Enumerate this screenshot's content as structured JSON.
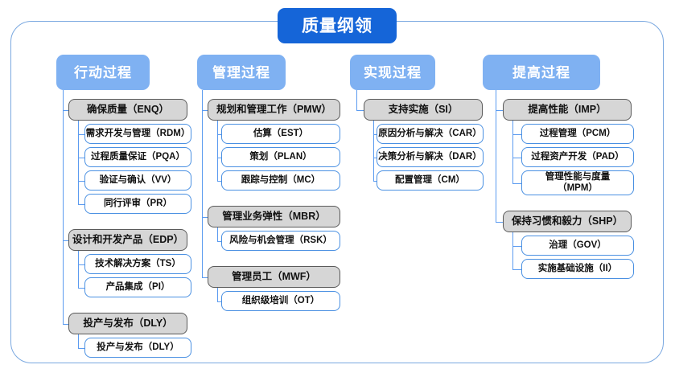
{
  "diagram": {
    "title": "质量纲领",
    "columns": [
      {
        "id": "action",
        "header": "行动过程",
        "groups": [
          {
            "name": "确保质量（ENQ）",
            "items": [
              "需求开发与管理（RDM）",
              "过程质量保证（PQA）",
              "验证与确认（VV）",
              "同行评审（PR）"
            ]
          },
          {
            "name": "设计和开发产品（EDP）",
            "items": [
              "技术解决方案（TS）",
              "产品集成（PI）"
            ]
          },
          {
            "name": "投产与发布（DLY）",
            "items": [
              "投产与发布（DLY）"
            ]
          }
        ]
      },
      {
        "id": "manage",
        "header": "管理过程",
        "groups": [
          {
            "name": "规划和管理工作（PMW）",
            "items": [
              "估算（EST）",
              "策划（PLAN）",
              "跟踪与控制（MC）"
            ]
          },
          {
            "name": "管理业务弹性（MBR）",
            "items": [
              "风险与机会管理（RSK）"
            ]
          },
          {
            "name": "管理员工（MWF）",
            "items": [
              "组织级培训（OT）"
            ]
          }
        ]
      },
      {
        "id": "implement",
        "header": "实现过程",
        "groups": [
          {
            "name": "支持实施（SI）",
            "items": [
              "原因分析与解决（CAR）",
              "决策分析与解决（DAR）",
              "配置管理（CM）"
            ]
          }
        ]
      },
      {
        "id": "improve",
        "header": "提高过程",
        "groups": [
          {
            "name": "提高性能（IMP）",
            "items": [
              "过程管理（PCM）",
              "过程资产开发（PAD）",
              "管理性能与度量\n（MPM）"
            ]
          },
          {
            "name": "保持习惯和毅力（SHP）",
            "items": [
              "治理（GOV）",
              "实施基础设施（II）"
            ]
          }
        ]
      }
    ]
  },
  "colors": {
    "title_bg": "#1565d8",
    "header_bg": "#7fb1f2",
    "group_bg": "#d6d6d6",
    "group_border": "#5a5a5a",
    "leaf_border": "#4a90e2",
    "connector": "#5b9bf0",
    "frame_border": "#7aa8e0"
  }
}
